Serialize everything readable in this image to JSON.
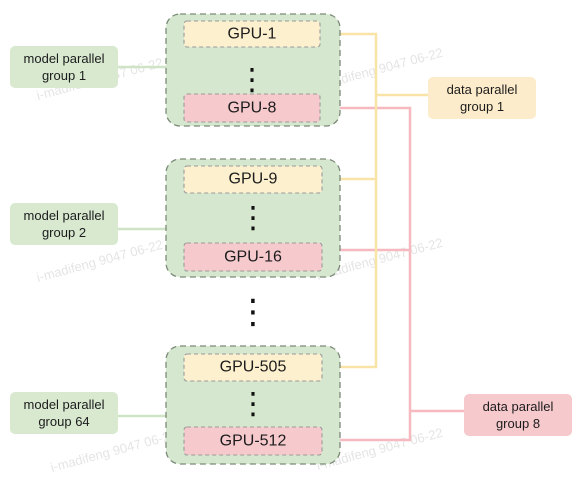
{
  "groups": [
    {
      "label_line1": "model parallel",
      "label_line2": "group 1",
      "first_gpu": "GPU-1",
      "last_gpu": "GPU-8",
      "ellipsis": "⋮"
    },
    {
      "label_line1": "model parallel",
      "label_line2": "group 2",
      "first_gpu": "GPU-9",
      "last_gpu": "GPU-16",
      "ellipsis": "⋮"
    },
    {
      "label_line1": "model parallel",
      "label_line2": "group 64",
      "first_gpu": "GPU-505",
      "last_gpu": "GPU-512",
      "ellipsis": "⋮"
    }
  ],
  "between_groups_ellipsis": "⋮",
  "data_parallel_groups": [
    {
      "label_line1": "data parallel",
      "label_line2": "group 1",
      "color": "#fdeccb"
    },
    {
      "label_line1": "data parallel",
      "label_line2": "group 8",
      "color": "#f6c9cd"
    }
  ],
  "colors": {
    "model_group_fill": "#d6e7cf",
    "first_gpu_fill": "#fdf0cf",
    "last_gpu_fill": "#f6c9cd",
    "data_group_1_wire": "#f9e3a6",
    "data_group_8_wire": "#f5b9bf"
  },
  "watermark": "i-madifeng 9047 06-22"
}
